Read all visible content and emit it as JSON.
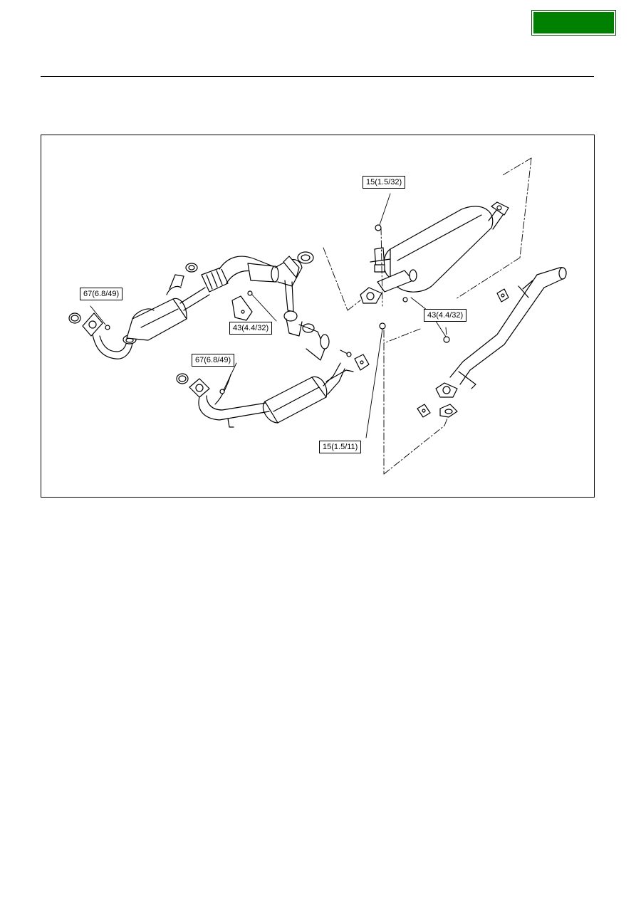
{
  "header": {
    "badge_color": "#008000"
  },
  "figure": {
    "torque_labels": {
      "upper_right_nut": "15(1.5/32)",
      "left_pipe_flange": "67(6.8/49)",
      "center_bracket_nut": "43(4.4/32)",
      "lower_pipe_flange": "67(6.8/49)",
      "right_bracket_nut": "43(4.4/32)",
      "lower_hanger_nut": "15(1.5/11)"
    }
  }
}
